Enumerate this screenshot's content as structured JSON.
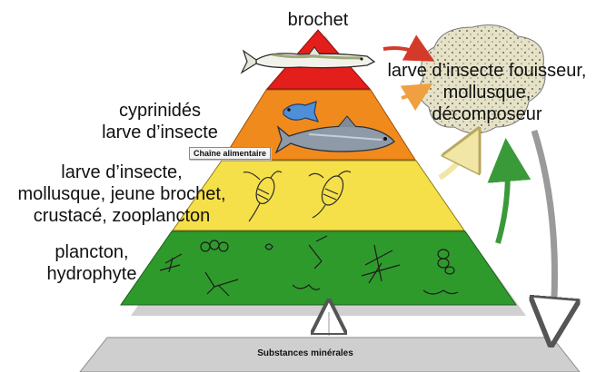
{
  "levels": {
    "apex": "brochet",
    "level2": [
      "cyprinidés",
      "larve d’insecte"
    ],
    "level3": [
      "larve d’insecte,",
      "mollusque, jeune brochet,",
      "crustacé, zooplancton"
    ],
    "base": [
      "plancton,",
      "hydrophyte"
    ]
  },
  "decomposers": [
    "larve d’insecte fouisseur,",
    "mollusque,",
    "décomposeur"
  ],
  "tooltip": "Chaîne alimentaire",
  "substrate": "Substances minérales",
  "colors": {
    "apex": "#e41e1a",
    "level2": "#f08a1c",
    "level3": "#f6e04a",
    "base": "#2f9a2c",
    "substrate": "#cfcfcf",
    "arrow_red": "#d43a2a",
    "arrow_orange": "#f0a040",
    "arrow_yellow": "#f2e6a6",
    "arrow_green": "#3a9a3a",
    "arrow_gray": "#9a9a9a"
  }
}
